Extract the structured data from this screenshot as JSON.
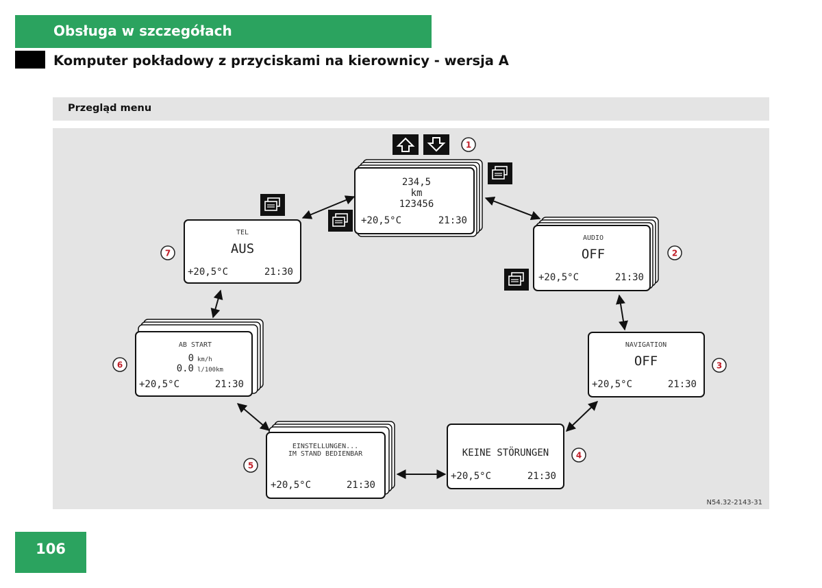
{
  "section": {
    "title": "Obsługa w szczegółach"
  },
  "subsection": {
    "title": "Komputer pokładowy z przyciskami na kierownicy - wersja A"
  },
  "menu_overview": {
    "label": "Przegląd menu"
  },
  "figure": {
    "code": "N54.32-2143-31",
    "displays": [
      {
        "number": "1",
        "lines": [
          "234,5",
          "km",
          "123456"
        ],
        "temp": "+20,5°C",
        "time": "21:30"
      },
      {
        "number": "2",
        "header": "AUDIO",
        "value": "OFF",
        "temp": "+20,5°C",
        "time": "21:30"
      },
      {
        "number": "3",
        "header": "NAVIGATION",
        "value": "OFF",
        "temp": "+20,5°C",
        "time": "21:30"
      },
      {
        "number": "4",
        "value": "KEINE STÖRUNGEN",
        "temp": "+20,5°C",
        "time": "21:30"
      },
      {
        "number": "5",
        "lines": [
          "EINSTELLUNGEN...",
          "IM STAND BEDIENBAR"
        ],
        "temp": "+20,5°C",
        "time": "21:30"
      },
      {
        "number": "6",
        "header": "AB START",
        "speed": "0",
        "speed_unit": "km/h",
        "consumption": "0.0",
        "consumption_unit": "l/100km",
        "temp": "+20,5°C",
        "time": "21:30"
      },
      {
        "number": "7",
        "header": "TEL",
        "value": "AUS",
        "temp": "+20,5°C",
        "time": "21:30"
      }
    ],
    "icons": [
      "arrow-up-icon",
      "arrow-down-icon",
      "window-switch-icon"
    ]
  },
  "page": {
    "number": "106"
  },
  "colors": {
    "accent": "#2ba35f",
    "marker": "#c0202a",
    "panel": "#e4e4e4"
  }
}
